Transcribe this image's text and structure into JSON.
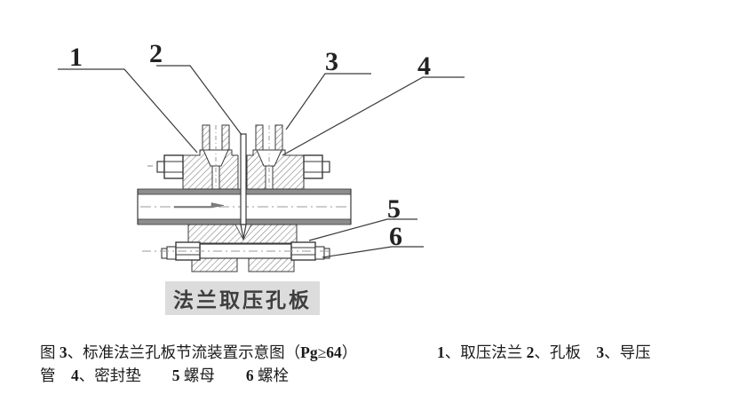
{
  "colors": {
    "ink": "#3a3a3a",
    "hatch": "#777777",
    "pipe_wall_fill": "#8d8d8d",
    "caption_bg": "#dcdcdc",
    "caption_ink": "#3e3e3e",
    "text_ink": "#1b1b1b"
  },
  "callouts": {
    "c1": "1",
    "c2": "2",
    "c3": "3",
    "c4": "4",
    "c5": "5",
    "c6": "6"
  },
  "drawing_caption": "法兰取压孔板",
  "footer": {
    "figure_label": {
      "t1": "图 ",
      "b1": "3",
      "t2": "、标准法兰孔板节流装置示意图（",
      "b2": "Pg",
      "t3": "≥",
      "b3": "64",
      "t4": "）"
    },
    "legend_line1": {
      "b1": "1",
      "t1": "、取压法兰 ",
      "b2": "2",
      "t2": "、孔板　",
      "b3": "3",
      "t3": "、导压"
    },
    "legend_line2": {
      "t0": "管　",
      "b1": "4",
      "t1": "、密封垫　　",
      "b2": "5",
      "t2": " 螺母　　",
      "b3": "6",
      "t3": " 螺栓"
    }
  }
}
